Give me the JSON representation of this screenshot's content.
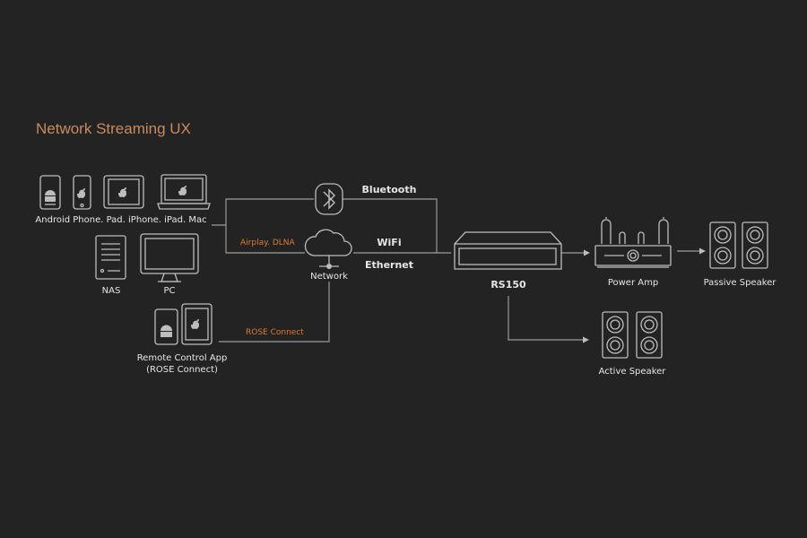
{
  "title": "Network Streaming UX",
  "colors": {
    "background": "#232323",
    "line": "#bdbdbd",
    "text": "#e6e6e6",
    "accent": "#e07a2f",
    "title": "#c98a5c"
  },
  "sources": {
    "mobile_label": "Android Phone. Pad. iPhone. iPad. Mac",
    "nas_label": "NAS",
    "pc_label": "PC",
    "remote_app_label_line1": "Remote Control App",
    "remote_app_label_line2": "(ROSE Connect)"
  },
  "connections": {
    "bluetooth": "Bluetooth",
    "wifi": "WiFi",
    "ethernet": "Ethernet",
    "airplay_dlna": "Airplay. DLNA",
    "rose_connect": "ROSE Connect"
  },
  "network_label": "Network",
  "device_label": "RS150",
  "outputs": {
    "power_amp": "Power Amp",
    "passive_speaker": "Passive Speaker",
    "active_speaker": "Active Speaker"
  },
  "icons": [
    "android-phone-icon",
    "iphone-icon",
    "ipad-icon",
    "mac-laptop-icon",
    "nas-icon",
    "pc-monitor-icon",
    "android-tablet-icon",
    "ios-tablet-icon",
    "bluetooth-icon",
    "network-cloud-icon",
    "rs150-device-icon",
    "power-amp-icon",
    "passive-speaker-icon",
    "active-speaker-icon"
  ]
}
